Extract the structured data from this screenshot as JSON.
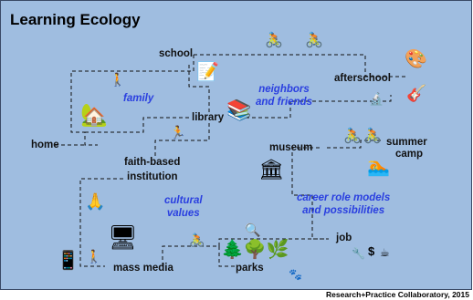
{
  "title": "Learning Ecology",
  "credit": "Research+Practice Collaboratory, 2015",
  "nodes": {
    "school": "school",
    "afterschool": "afterschool",
    "home": "home",
    "library": "library",
    "museum": "museum",
    "summer_camp": [
      "summer",
      "camp"
    ],
    "faith_based": [
      "faith-based",
      "institution"
    ],
    "job": "job",
    "mass_media": "mass media",
    "parks": "parks"
  },
  "themes": {
    "family": "family",
    "neighbors": [
      "neighbors",
      "and friends"
    ],
    "cultural": [
      "cultural",
      "values"
    ],
    "career": [
      "career role models",
      "and possibilities"
    ]
  },
  "colors": {
    "background": "#9fbde0",
    "theme_text": "#2a3fe0",
    "path": "#111111"
  },
  "icons": [
    "walker-icon",
    "runner-icon",
    "bicycle-icon",
    "notepad-icon",
    "palette-icon",
    "guitar-icon",
    "microscope-icon",
    "house-icon",
    "books-icon",
    "praying-hands-icon",
    "museum-building-icon",
    "swimmer-icon",
    "smartphone-icon",
    "monitor-icon",
    "magnifier-icon",
    "trees-icon",
    "footprints-icon",
    "wrench-icon",
    "dollar-icon",
    "coffee-icon"
  ]
}
